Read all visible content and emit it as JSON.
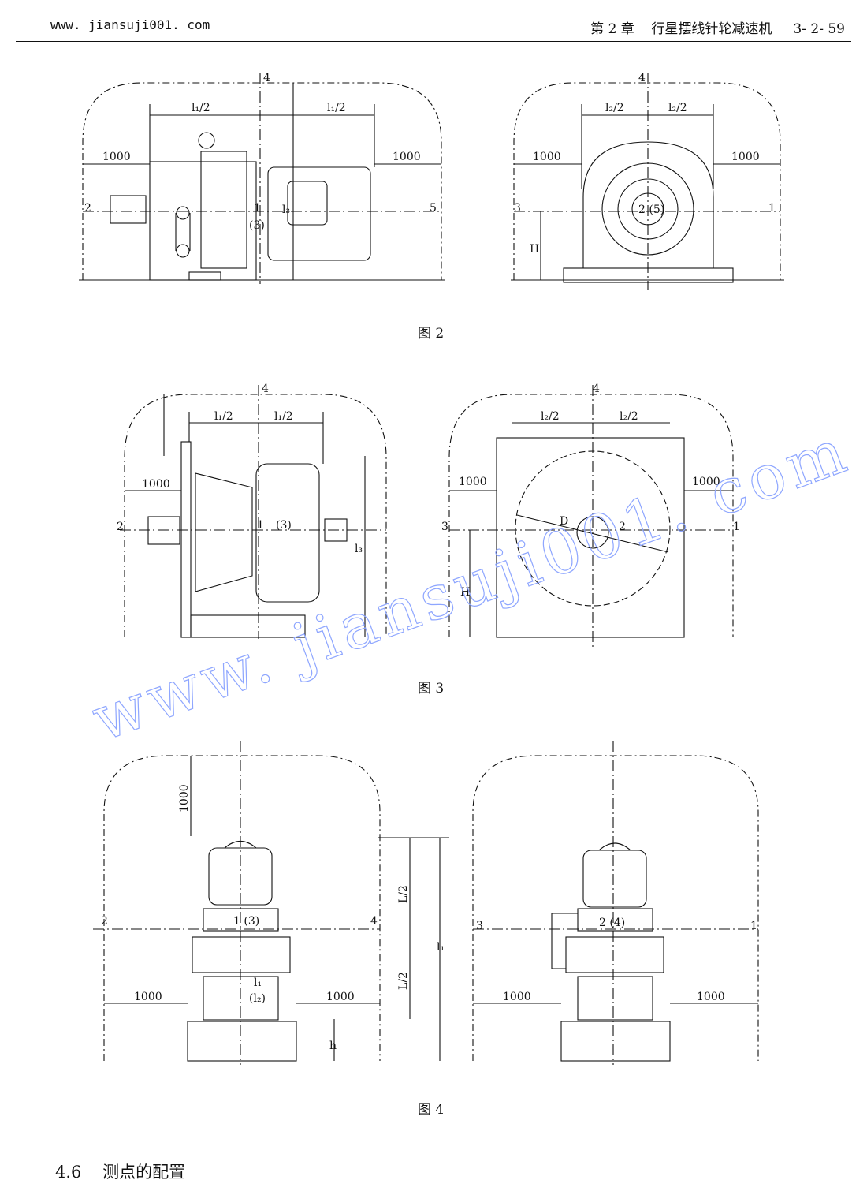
{
  "header": {
    "site": "www. jiansuji001. com",
    "chapter": "第 2 章    行星摆线针轮减速机     3- 2- 59"
  },
  "watermark": "www. jiansuji001. com",
  "figures": [
    {
      "caption": "图 2"
    },
    {
      "caption": "图 3"
    },
    {
      "caption": "图 4"
    }
  ],
  "labels": {
    "l1_half": "l₁/2",
    "l2_half": "l₂/2",
    "dist": "1000",
    "l3": "l₃",
    "l1": "l₁",
    "l2_paren": "(l₂)",
    "H": "H",
    "h": "h",
    "D": "D",
    "L_half": "L/2",
    "p1": "1",
    "p2": "2",
    "p3": "3",
    "p4": "4",
    "p5": "5",
    "p3_paren": "(3)",
    "p4_paren": "(4)",
    "p5_paren": "(5)",
    "p1_3": "1 (3)",
    "p2_4": "2 (4)",
    "p2_5": "2 (5)"
  },
  "section": {
    "number": "4.6",
    "title": "测点的配置"
  }
}
